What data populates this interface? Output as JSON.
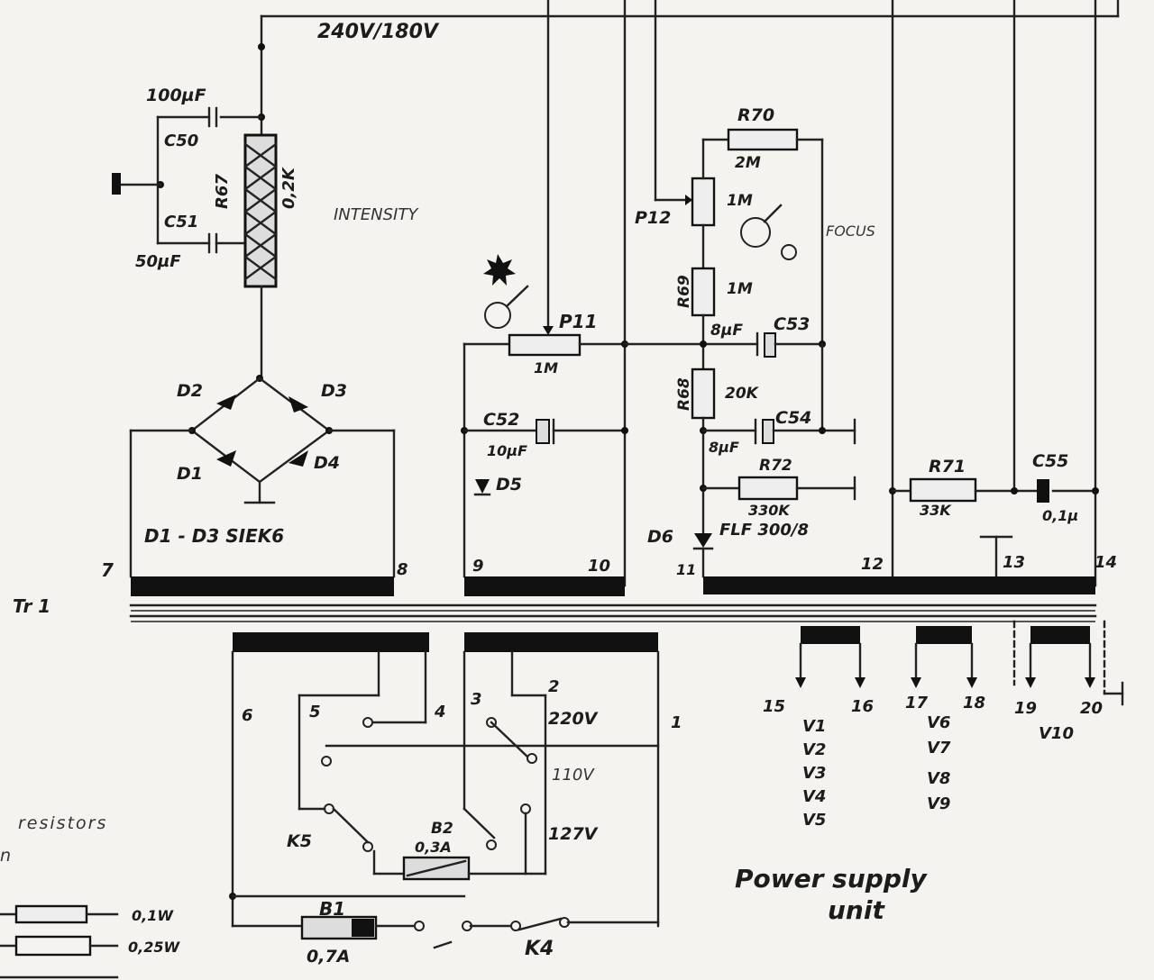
{
  "schematic": {
    "supply_voltage": "240V/180V",
    "title_line1": "Power supply",
    "title_line2": "unit",
    "transformer": "Tr 1",
    "bridge_note": "D1 - D3  SIEK6",
    "legend_resistors": "resistors",
    "legend_n": "n",
    "legend_w1": "0,1W",
    "legend_w2": "0,25W",
    "components": {
      "c_top_value": "100µF",
      "c50": "C50",
      "c51": "C51",
      "c51_value": "50µF",
      "r67": "R67",
      "r67_value": "0,2K",
      "intensity": "INTENSITY",
      "d1": "D1",
      "d2": "D2",
      "d3": "D3",
      "d4": "D4",
      "d5": "D5",
      "d6": "D6",
      "p11": "P11",
      "p11_value": "1M",
      "c52": "C52",
      "c52_value": "10µF",
      "r70": "R70",
      "r70_value": "2M",
      "p12": "P12",
      "p12_value": "1M",
      "focus": "FOCUS",
      "r69": "R69",
      "r69_value": "1M",
      "c53": "C53",
      "c53_value": "8µF",
      "r68": "R68",
      "r68_value": "20K",
      "c54": "C54",
      "c54_value": "8µF",
      "r72": "R72",
      "r72_value": "330K",
      "flf": "FLF 300/8",
      "r71": "R71",
      "r71_value": "33K",
      "c55": "C55",
      "c55_value": "0,1µ",
      "b1": "B1",
      "b1_value": "0,7A",
      "b2": "B2",
      "b2_value": "0,3A",
      "k4": "K4",
      "k5": "K5",
      "v220": "220V",
      "v110": "110V",
      "v127": "127V"
    },
    "terminals": [
      "7",
      "8",
      "9",
      "10",
      "11",
      "12",
      "13",
      "14",
      "6",
      "5",
      "3",
      "2",
      "1",
      "4",
      "15",
      "16",
      "17",
      "18",
      "19",
      "20"
    ],
    "tube_groups": [
      {
        "name": "V1",
        "items": [
          "V1",
          "V2",
          "V3",
          "V4",
          "V5"
        ]
      },
      {
        "name": "V6",
        "items": [
          "V6",
          "V7",
          "V8",
          "V9"
        ]
      },
      {
        "name": "V10",
        "items": [
          "V10"
        ]
      }
    ]
  }
}
